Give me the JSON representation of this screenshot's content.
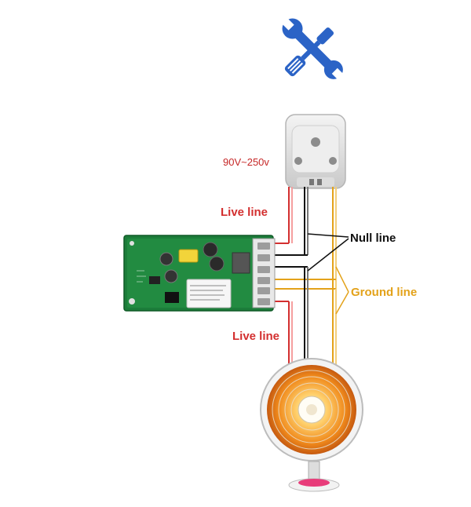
{
  "labels": {
    "voltage": "90V~250v",
    "live_top": "Live line",
    "null_line": "Null line",
    "ground_line": "Ground line",
    "live_bottom": "Live line"
  },
  "icons": {
    "tools": "screwdriver-wrench-icon",
    "plug": "wall-socket-icon",
    "module": "relay-switch-module",
    "heater": "electric-heater"
  },
  "colors": {
    "live": "#d32f2f",
    "null": "#111111",
    "ground": "#e3a21a",
    "icon_blue": "#2b63c6"
  }
}
